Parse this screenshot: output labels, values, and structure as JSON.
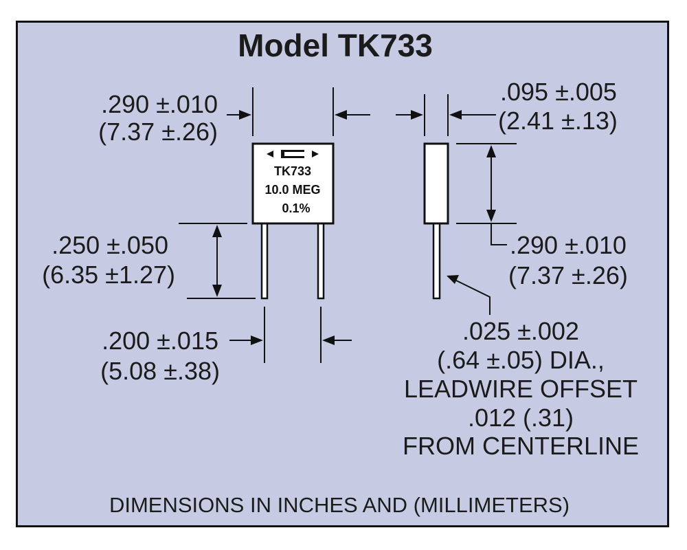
{
  "title": "Model TK733",
  "dimensions": {
    "body_width": {
      "inches": ".290 ±.010",
      "mm": "(7.37 ±.26)"
    },
    "body_thickness": {
      "inches": ".095 ±.005",
      "mm": "(2.41 ±.13)"
    },
    "lead_length": {
      "inches": ".250 ±.050",
      "mm": "(6.35 ±1.27)"
    },
    "body_height": {
      "inches": ".290 ±.010",
      "mm": "(7.37 ±.26)"
    },
    "lead_spacing": {
      "inches": ".200 ±.015",
      "mm": "(5.08 ±.38)"
    },
    "lead_diameter": [
      ".025 ±.002",
      "(.64 ±.05) DIA.,",
      "LEADWIRE OFFSET",
      ".012 (.31)",
      "FROM CENTERLINE"
    ]
  },
  "component_marking": {
    "part": "TK733",
    "value": "10.0 MEG",
    "tolerance": "0.1%"
  },
  "footer": "DIMENSIONS IN INCHES AND (MILLIMETERS)",
  "colors": {
    "background": "#c6cbe3",
    "border": "#111111",
    "component_fill": "#ffffff"
  },
  "icons": {
    "manufacturer_logo": "capacitor-logo-icon"
  }
}
